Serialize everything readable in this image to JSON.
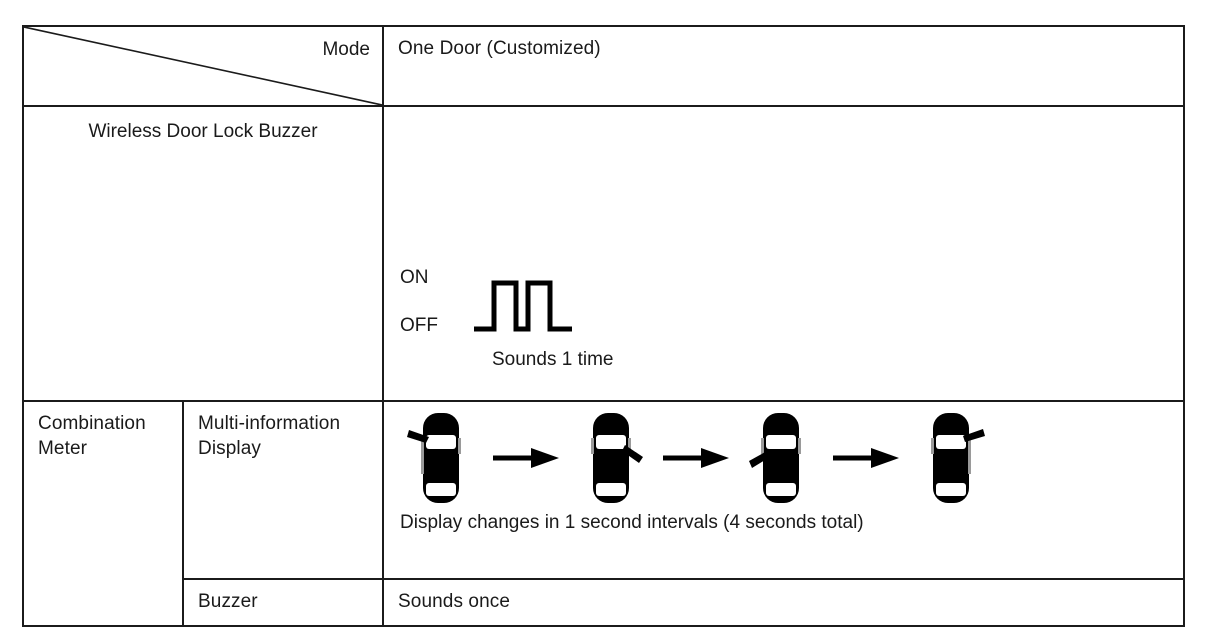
{
  "table": {
    "header": {
      "corner_label": "Mode",
      "mode_value": "One Door (Customized)"
    },
    "rows": [
      {
        "group_label": "Wireless Door Lock Buzzer",
        "sub_label": "",
        "timing_chart": {
          "on_label": "ON",
          "off_label": "OFF",
          "caption": "Sounds 1 time",
          "pulse_count": 2
        }
      },
      {
        "group_label": "Combination Meter",
        "sub_label": "Multi-information Display",
        "sequence": {
          "caption": "Display changes in 1 second intervals (4 seconds total)",
          "frames": [
            {
              "door": "front-left-door-open"
            },
            {
              "door": "rear-right-door-open"
            },
            {
              "door": "rear-left-door-open"
            },
            {
              "door": "front-right-door-open"
            }
          ],
          "arrow_glyph": "arrow-right-icon"
        }
      },
      {
        "group_label": "",
        "sub_label": "Buzzer",
        "value": "Sounds once"
      }
    ]
  },
  "colors": {
    "border": "#1b1b1b",
    "text": "#1a1a1a",
    "background": "#ffffff",
    "graphic": "#000000"
  }
}
